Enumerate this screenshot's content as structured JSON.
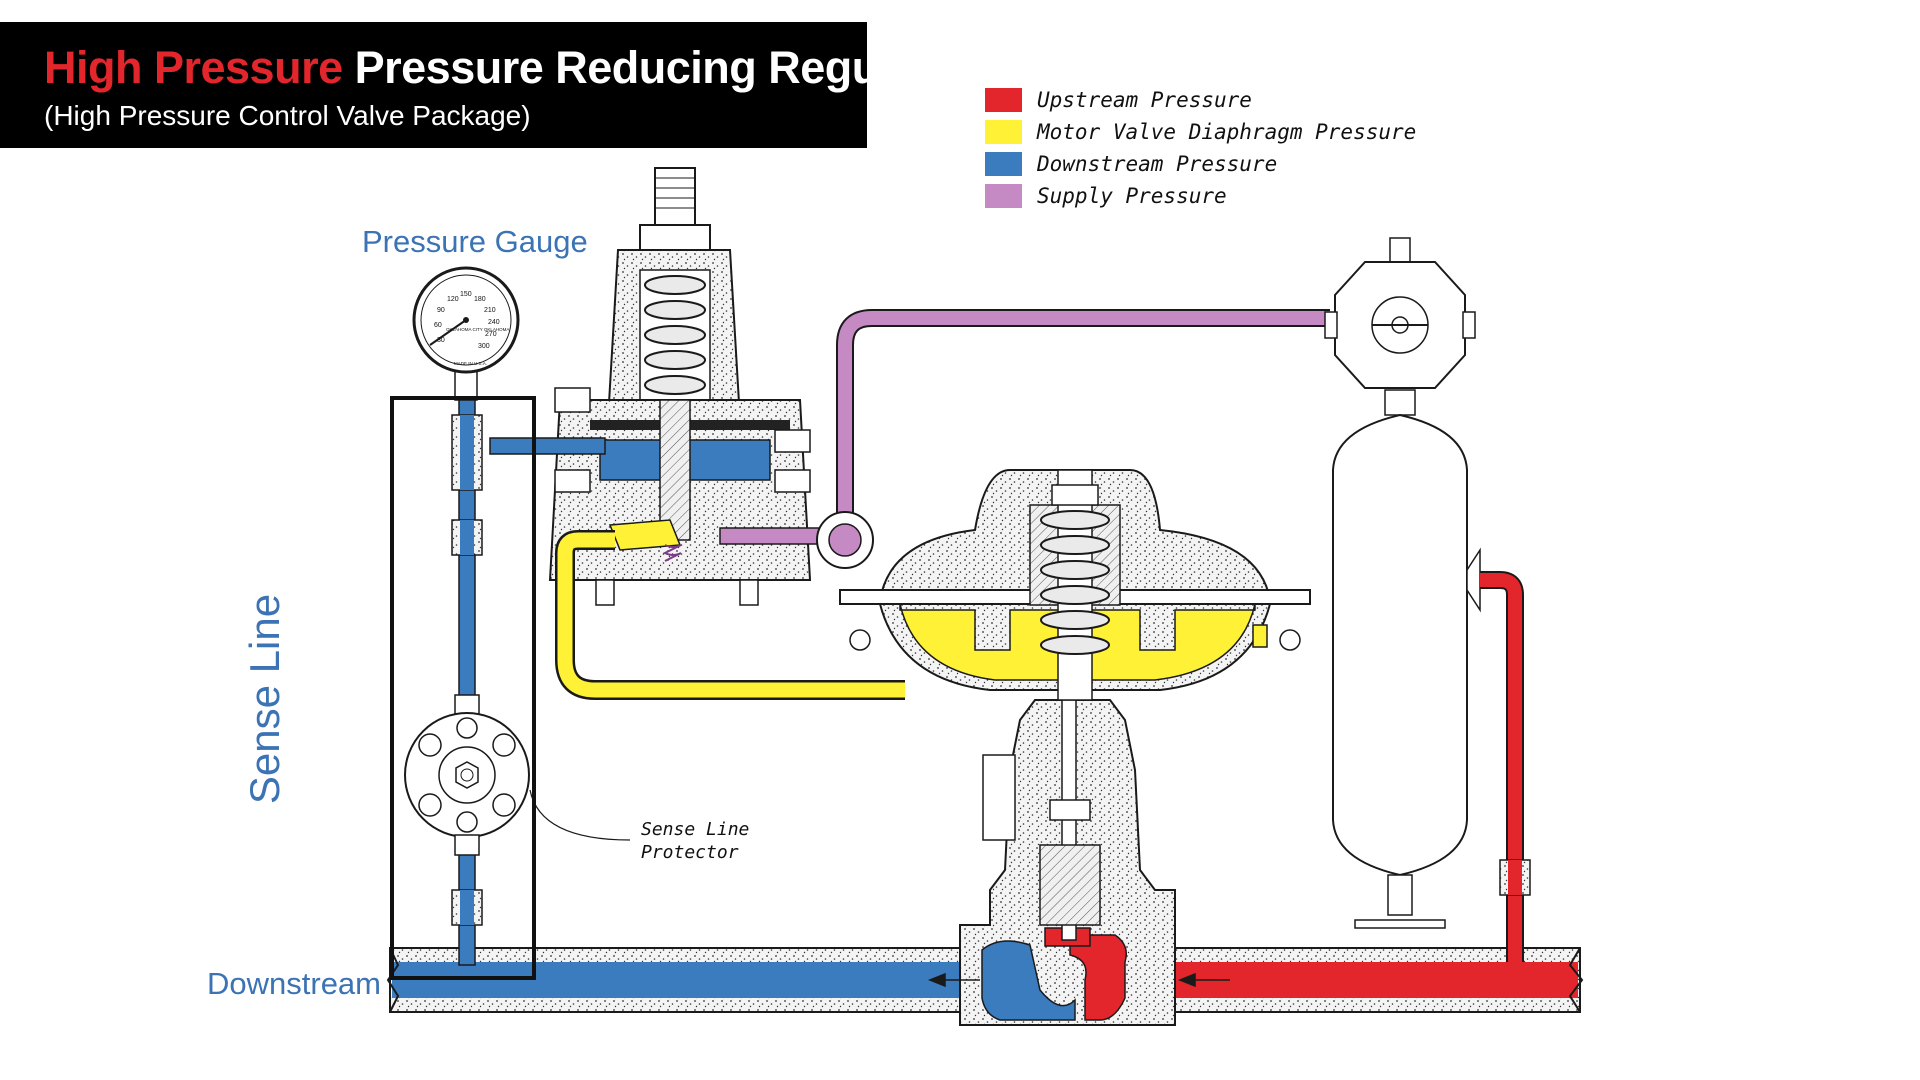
{
  "title": {
    "highlight": "High Pressure",
    "main": " Pressure Reducing Regulator",
    "subtitle": "(High Pressure Control Valve Package)"
  },
  "legend": [
    {
      "label": "Upstream Pressure",
      "color": "#e3262c"
    },
    {
      "label": "Motor Valve Diaphragm Pressure",
      "color": "#fff135"
    },
    {
      "label": "Downstream Pressure",
      "color": "#3b7cbf"
    },
    {
      "label": "Supply Pressure",
      "color": "#c58ac3"
    }
  ],
  "labels": {
    "pressure_gauge": "Pressure Gauge",
    "sense_line": "Sense Line",
    "downstream": "Downstream",
    "sense_line_protector_1": "Sense Line",
    "sense_line_protector_2": "Protector"
  },
  "gauge_dial": {
    "ticks": [
      "30",
      "60",
      "90",
      "120",
      "150",
      "180",
      "210",
      "240",
      "270",
      "300"
    ],
    "brand": "OKLAHOMA CITY OKLAHOMA",
    "made_in": "MADE IN U.S.A."
  },
  "colors": {
    "upstream": "#e3262c",
    "diaphragm": "#fff135",
    "downstream": "#3b7cbf",
    "supply": "#c58ac3",
    "outline": "#1a1a1a"
  }
}
